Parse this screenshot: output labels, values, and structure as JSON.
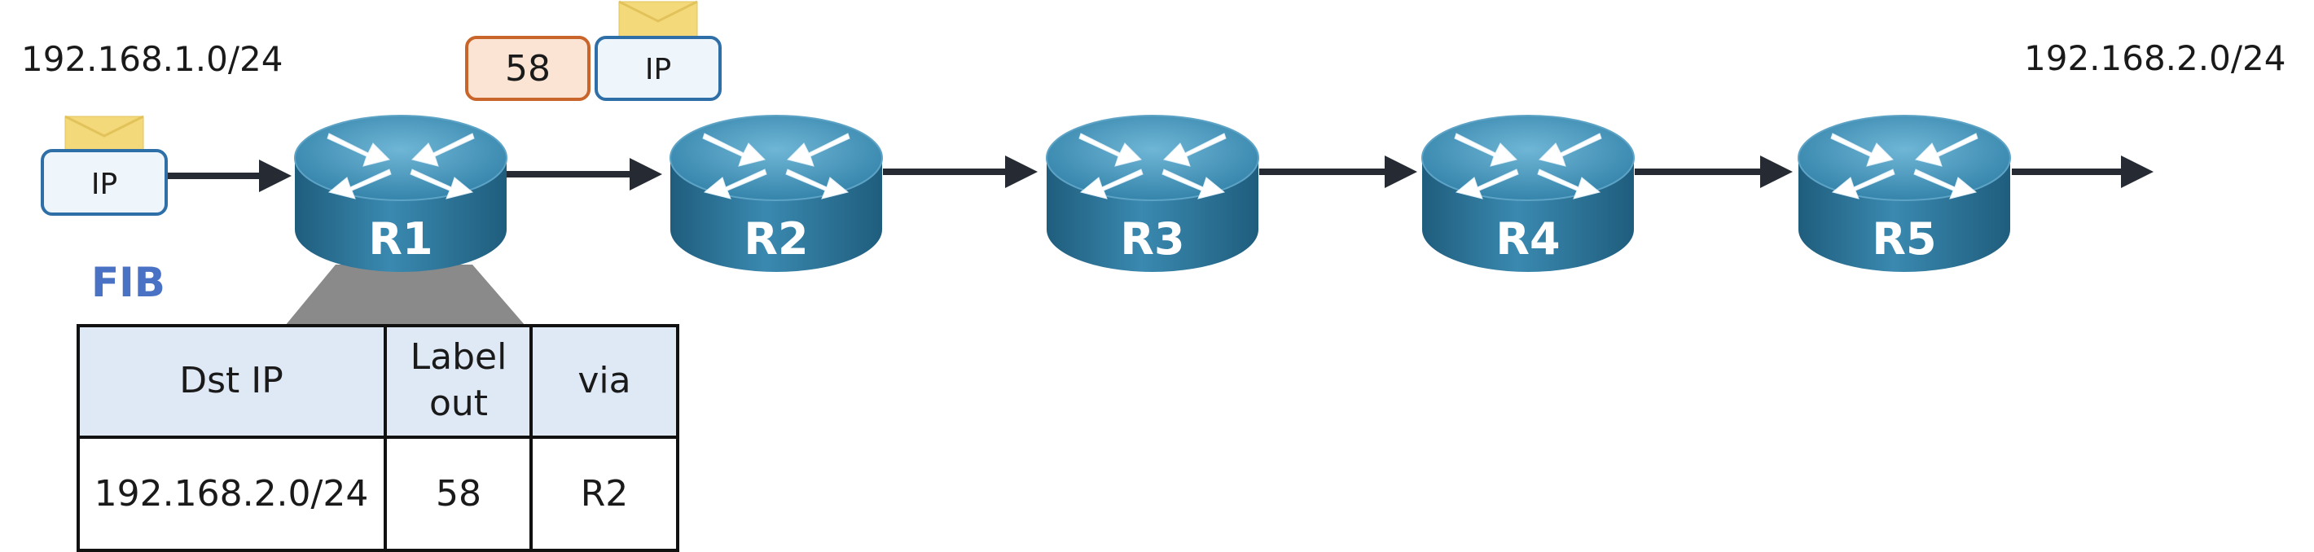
{
  "networks": {
    "left": "192.168.1.0/24",
    "right": "192.168.2.0/24"
  },
  "routers": [
    "R1",
    "R2",
    "R3",
    "R4",
    "R5"
  ],
  "packets": {
    "incoming": {
      "ip_label": "IP"
    },
    "labeled": {
      "mpls_label": "58",
      "ip_label": "IP"
    }
  },
  "fib": {
    "title": "FIB",
    "headers": {
      "dst": "Dst IP",
      "label_line1": "Label",
      "label_line2": "out",
      "via": "via"
    },
    "rows": [
      {
        "dst": "192.168.2.0/24",
        "label": "58",
        "via": "R2"
      }
    ]
  },
  "colors": {
    "router_top": "#3e8fb5",
    "router_side": "#2a7396",
    "fib_title": "#4a72c4",
    "table_header_bg": "#dfe9f5",
    "packet_box": "#eef6fc",
    "packet_border": "#2f6fa8",
    "mpls_box": "#fbe4d4",
    "mpls_border": "#c9652a",
    "envelope": "#f3d97a",
    "arrow": "#252a33",
    "fib_cone": "#8a8a8a"
  },
  "icons": [
    "router-icon",
    "envelope-icon",
    "arrow-icon"
  ]
}
